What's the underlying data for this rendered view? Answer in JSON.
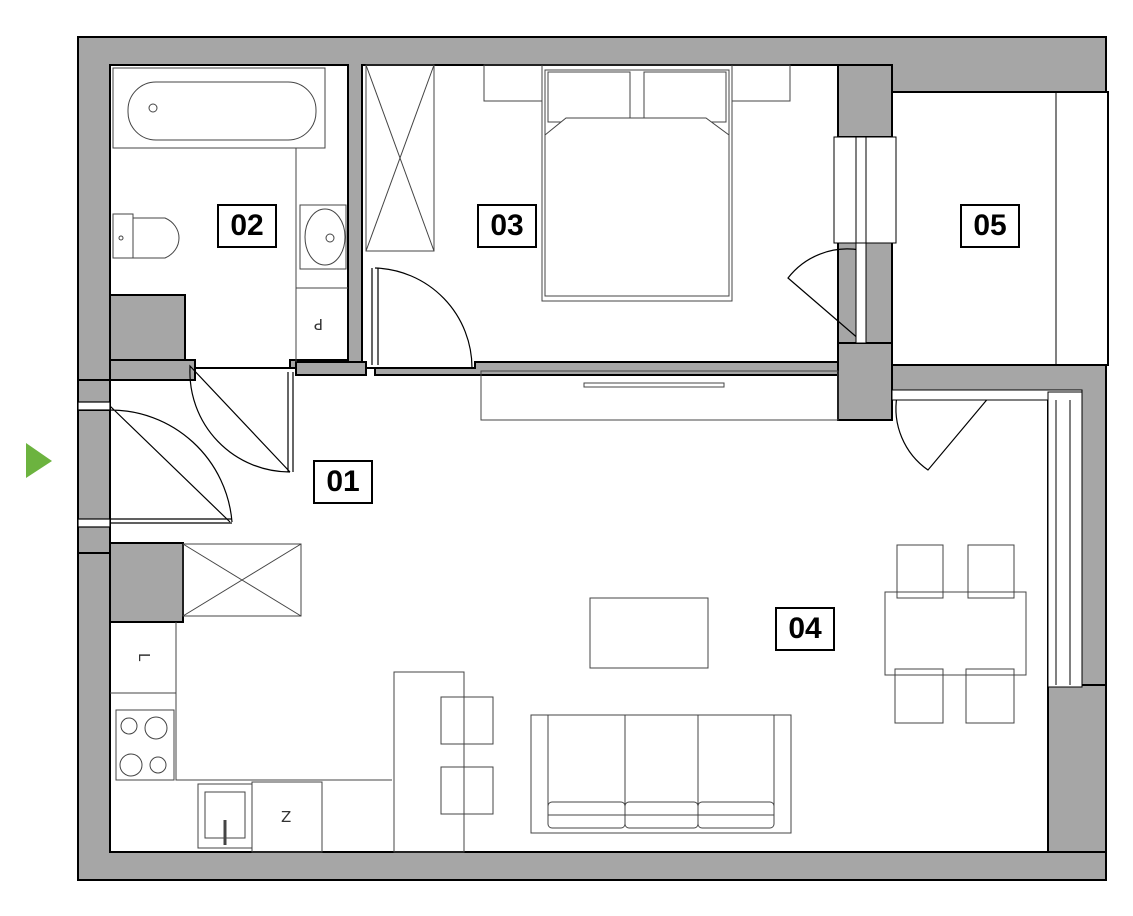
{
  "plan": {
    "rooms": [
      {
        "id": "hall",
        "label": "01"
      },
      {
        "id": "bathroom",
        "label": "02"
      },
      {
        "id": "bedroom",
        "label": "03"
      },
      {
        "id": "living",
        "label": "04"
      },
      {
        "id": "balcony",
        "label": "05"
      }
    ],
    "fixture_letters": {
      "bathroom_box": "P",
      "kitchen_fridge": "L",
      "kitchen_cabinet": "Z"
    },
    "colors": {
      "wall": "#a6a6a6",
      "line": "#000000",
      "entrance_arrow": "#6cb33f"
    }
  }
}
